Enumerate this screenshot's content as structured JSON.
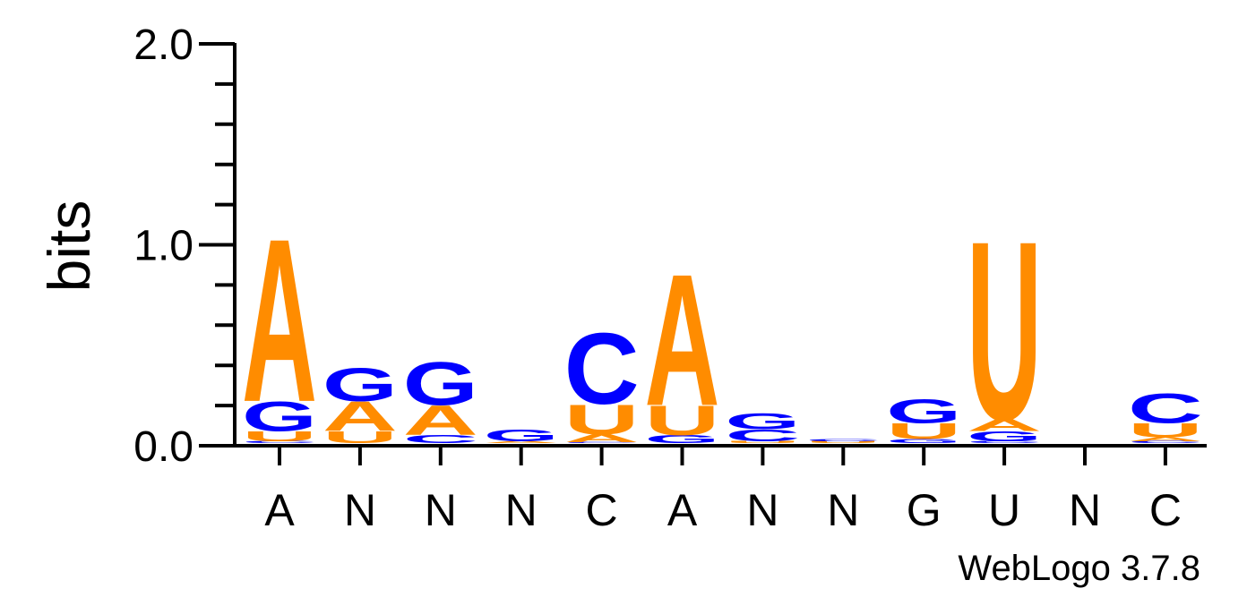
{
  "chart_data": {
    "type": "sequence-logo",
    "ylabel": "bits",
    "ylim": [
      0,
      2.0
    ],
    "yticks": [
      "0.0",
      "1.0",
      "2.0"
    ],
    "positions": [
      "A",
      "N",
      "N",
      "N",
      "C",
      "A",
      "N",
      "N",
      "G",
      "U",
      "N",
      "C"
    ],
    "stacks": [
      [
        {
          "letter": "C",
          "bits": 0.01
        },
        {
          "letter": "U",
          "bits": 0.05
        },
        {
          "letter": "G",
          "bits": 0.15
        },
        {
          "letter": "A",
          "bits": 0.83
        }
      ],
      [
        {
          "letter": "U",
          "bits": 0.06
        },
        {
          "letter": "A",
          "bits": 0.15
        },
        {
          "letter": "G",
          "bits": 0.17
        }
      ],
      [
        {
          "letter": "C",
          "bits": 0.04
        },
        {
          "letter": "A",
          "bits": 0.15
        },
        {
          "letter": "G",
          "bits": 0.22
        }
      ],
      [
        {
          "letter": "A",
          "bits": 0.01
        },
        {
          "letter": "G",
          "bits": 0.06
        }
      ],
      [
        {
          "letter": "C",
          "bits": 0.005
        },
        {
          "letter": "A",
          "bits": 0.04
        },
        {
          "letter": "U",
          "bits": 0.15
        },
        {
          "letter": "C",
          "bits": 0.36
        }
      ],
      [
        {
          "letter": "G",
          "bits": 0.04
        },
        {
          "letter": "U",
          "bits": 0.15
        },
        {
          "letter": "A",
          "bits": 0.67
        }
      ],
      [
        {
          "letter": "U",
          "bits": 0.01
        },
        {
          "letter": "C",
          "bits": 0.06
        },
        {
          "letter": "G",
          "bits": 0.08
        }
      ],
      [
        {
          "letter": "U",
          "bits": 0.01
        },
        {
          "letter": "C",
          "bits": 0.01
        }
      ],
      [
        {
          "letter": "G",
          "bits": 0.02
        },
        {
          "letter": "U",
          "bits": 0.08
        },
        {
          "letter": "G",
          "bits": 0.12
        }
      ],
      [
        {
          "letter": "C",
          "bits": 0.01
        },
        {
          "letter": "G",
          "bits": 0.05
        },
        {
          "letter": "A",
          "bits": 0.06
        },
        {
          "letter": "U",
          "bits": 0.91
        }
      ],
      [],
      [
        {
          "letter": "C",
          "bits": 0.01
        },
        {
          "letter": "A",
          "bits": 0.02
        },
        {
          "letter": "U",
          "bits": 0.07
        },
        {
          "letter": "C",
          "bits": 0.15
        }
      ]
    ],
    "colors": {
      "A": "#ff8c00",
      "U": "#ff8c00",
      "G": "#0000ff",
      "C": "#0000ff"
    },
    "credit": "WebLogo 3.7.8"
  }
}
